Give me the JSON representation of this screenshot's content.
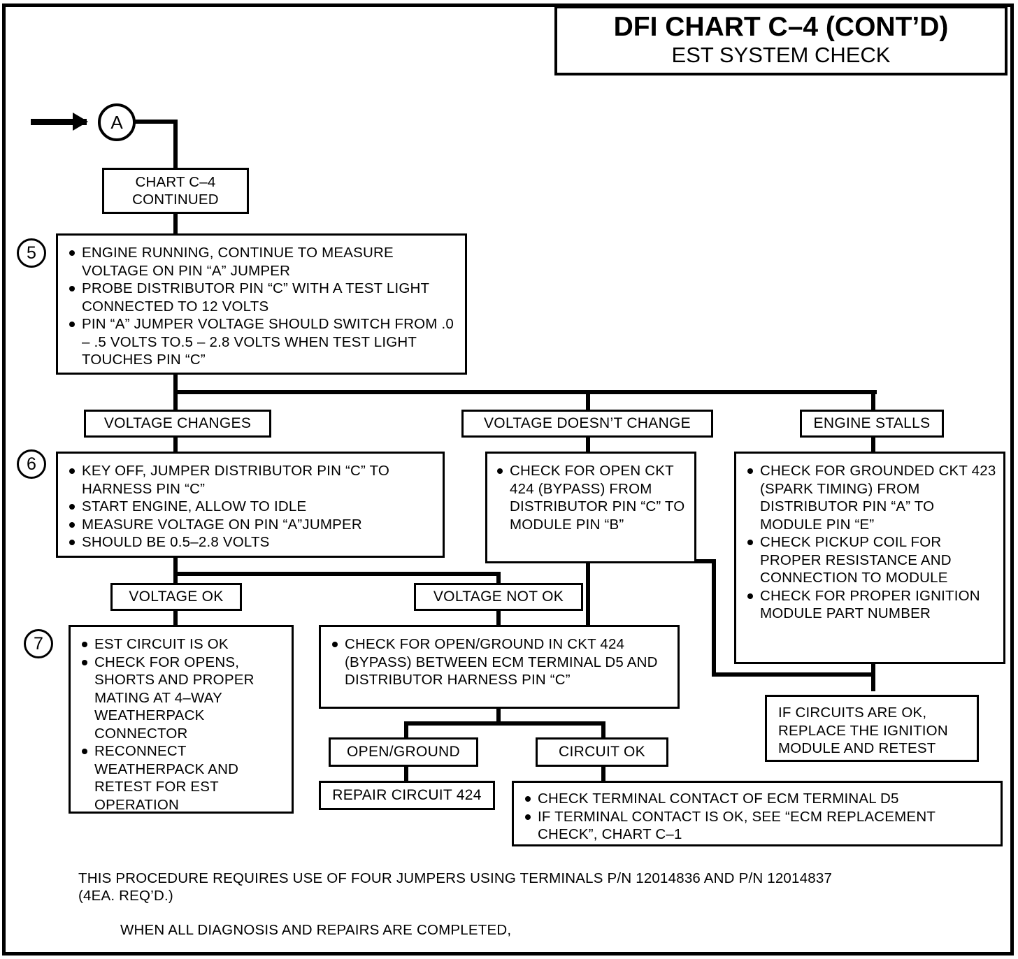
{
  "title": {
    "main": "DFI CHART C–4 (CONT’D)",
    "sub": "EST SYSTEM CHECK"
  },
  "connector": {
    "label": "A"
  },
  "nodes": {
    "chart_continued": {
      "line1": "CHART C–4",
      "line2": "CONTINUED"
    },
    "step5": {
      "number": "5",
      "bullets": [
        "ENGINE RUNNING, CONTINUE TO MEASURE VOLTAGE ON PIN “A” JUMPER",
        "PROBE DISTRIBUTOR PIN “C” WITH A TEST LIGHT CONNECTED TO 12 VOLTS",
        "PIN “A” JUMPER VOLTAGE SHOULD SWITCH FROM .0 – .5 VOLTS TO.5 – 2.8 VOLTS WHEN TEST LIGHT TOUCHES PIN “C”"
      ]
    },
    "branch_voltage_changes": {
      "label": "VOLTAGE CHANGES"
    },
    "branch_voltage_doesnt_change": {
      "label": "VOLTAGE DOESN’T CHANGE"
    },
    "branch_engine_stalls": {
      "label": "ENGINE STALLS"
    },
    "step6": {
      "number": "6",
      "bullets": [
        "KEY OFF, JUMPER DISTRIBUTOR PIN “C” TO HARNESS PIN “C”",
        "START ENGINE, ALLOW TO IDLE",
        "MEASURE VOLTAGE ON PIN “A”JUMPER",
        "SHOULD BE 0.5–2.8 VOLTS"
      ]
    },
    "check_open_ckt424": {
      "bullets": [
        "CHECK FOR OPEN CKT 424 (BYPASS) FROM DISTRIBUTOR PIN “C” TO MODULE PIN “B”"
      ]
    },
    "check_grounded_ckt423": {
      "bullets": [
        "CHECK FOR GROUNDED CKT 423 (SPARK TIMING) FROM DISTRIBUTOR PIN “A” TO MODULE PIN “E”",
        "CHECK PICKUP COIL FOR PROPER RESISTANCE AND CONNECTION TO MODULE",
        "CHECK FOR PROPER IGNITION MODULE PART NUMBER"
      ]
    },
    "branch_voltage_ok": {
      "label": "VOLTAGE OK"
    },
    "branch_voltage_not_ok": {
      "label": "VOLTAGE NOT OK"
    },
    "step7": {
      "number": "7",
      "bullets": [
        "EST CIRCUIT IS OK",
        "CHECK FOR OPENS, SHORTS AND PROPER MATING AT 4–WAY WEATHERPACK CONNECTOR",
        "RECONNECT WEATHERPACK AND RETEST FOR EST OPERATION"
      ]
    },
    "check_open_ground": {
      "bullets": [
        "CHECK FOR OPEN/GROUND IN CKT 424 (BYPASS) BETWEEN ECM TERMINAL D5 AND DISTRIBUTOR HARNESS PIN “C”"
      ]
    },
    "branch_open_ground": {
      "label": "OPEN/GROUND"
    },
    "branch_circuit_ok": {
      "label": "CIRCUIT OK"
    },
    "repair_circuit": {
      "label": "REPAIR CIRCUIT 424"
    },
    "ecm_terminal_check": {
      "bullets": [
        "CHECK TERMINAL CONTACT OF ECM TERMINAL D5",
        "IF TERMINAL CONTACT IS OK, SEE “ECM REPLACEMENT CHECK”, CHART C–1"
      ]
    },
    "replace_ignition_module": {
      "line1": "IF CIRCUITS ARE OK,",
      "line2": "REPLACE THE IGNITION",
      "line3": "MODULE AND RETEST"
    }
  },
  "footer": {
    "note_line1": "THIS PROCEDURE REQUIRES USE OF FOUR JUMPERS USING TERMINALS P/N 12014836 AND P/N 12014837",
    "note_line2": "(4EA. REQ’D.)",
    "closing": "WHEN ALL DIAGNOSIS AND REPAIRS ARE COMPLETED,"
  }
}
